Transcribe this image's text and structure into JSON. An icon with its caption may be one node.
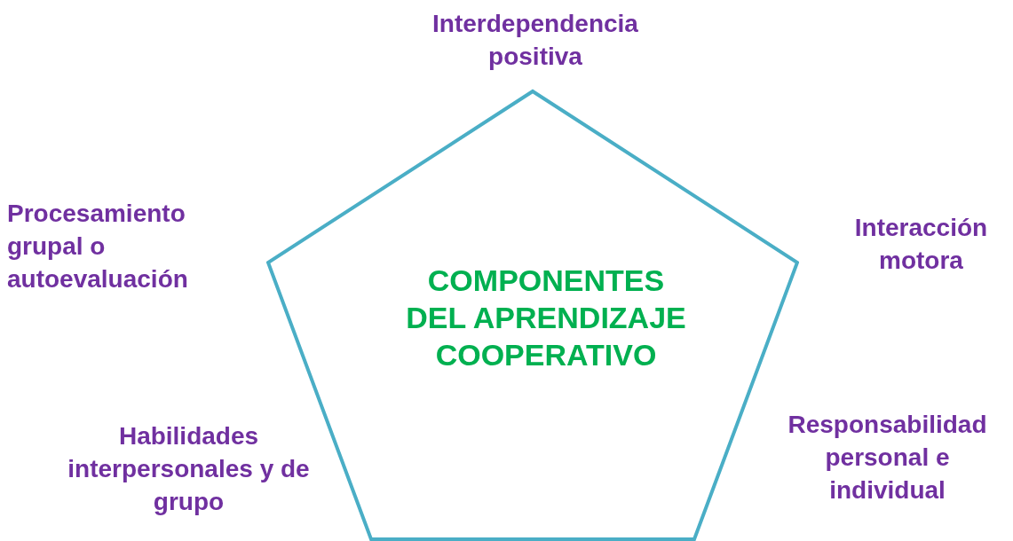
{
  "diagram": {
    "nodes": [
      {
        "text": [
          "COMPONENTES DEL APRENDIZAJE COOPERATIVO"
        ],
        "beside": [
          "Interdependencia positiva",
          "Procesamiento grupal o autoevaluación",
          "Interacción motora",
          "Habilidades interpersonales y de grupo",
          "Responsabilidad personal e individual"
        ]
      }
    ]
  }
}
